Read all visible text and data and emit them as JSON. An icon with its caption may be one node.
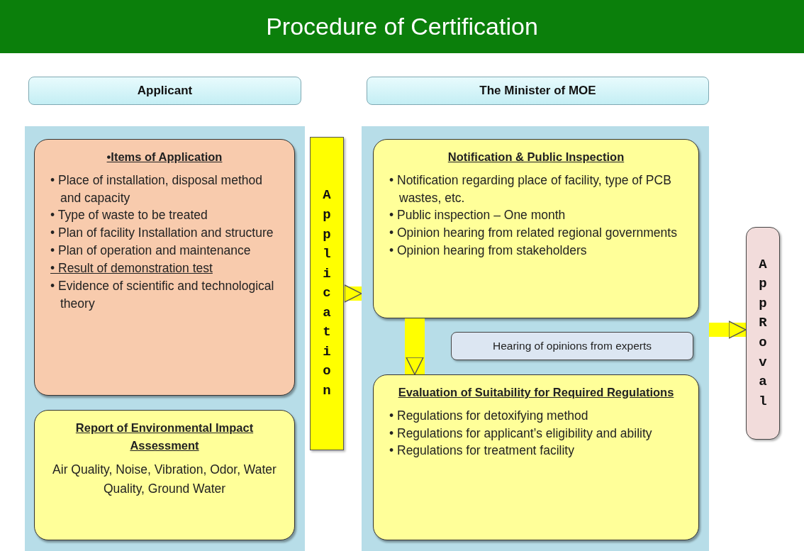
{
  "diagram": {
    "title": "Procedure of Certification",
    "nodes": [
      {
        "text": [
          "Applicant"
        ]
      },
      {
        "text": [
          "The Minister of MOE"
        ]
      },
      {
        "text": [],
        "shape": "box"
      },
      {
        "text": [
          "•Items of Application",
          "• Place of installation, disposal method and capacity",
          "• Type of waste to be treated",
          "• Plan of facility Installation and structure",
          "• Plan of operation and maintenance",
          "• Result of demonstration test",
          "• Evidence of scientific and technological theory"
        ],
        "in": 2
      },
      {
        "text": [
          "Report of Environmental Impact Assessment",
          "Air Quality, Noise, Vibration, Odor, Water Quality, Ground Water"
        ],
        "in": 2
      },
      {
        "text": [
          "Application"
        ]
      },
      {
        "text": [],
        "shape": "box"
      },
      {
        "text": [
          "Notification & Public Inspection",
          "• Notification regarding place of facility, type of PCB wastes, etc.",
          "• Public inspection – One month",
          "• Opinion hearing from related regional governments",
          "• Opinion hearing from stakeholders"
        ],
        "in": 6
      },
      {
        "text": [
          "Hearing of opinions from experts"
        ],
        "in": 6
      },
      {
        "text": [
          "Evaluation of Suitability for Required Regulations",
          "• Regulations for detoxifying method",
          "• Regulations for applicant’s eligibility and ability",
          "• Regulations for treatment facility"
        ],
        "in": 6
      },
      {
        "text": [
          "AppRoval"
        ]
      }
    ],
    "edges": [
      {
        "from": 5,
        "to": 6,
        "arrow": "to"
      },
      {
        "from": 7,
        "to": 9,
        "arrow": "to"
      },
      {
        "from": 6,
        "to": 10,
        "arrow": "to"
      }
    ]
  }
}
